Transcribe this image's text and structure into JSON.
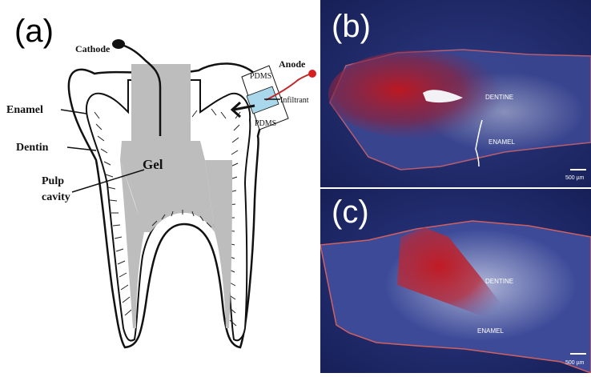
{
  "colors": {
    "micrograph_background": "#1f2a6e",
    "stain": "#b0191e",
    "anode_dot": "#d42020",
    "infiltrant_fill": "#a9d8ec",
    "gel_fill": "#bdbdbd"
  },
  "panel_a": {
    "letter": "(a)",
    "labels": {
      "cathode": "Cathode",
      "anode": "Anode",
      "pdms_top": "PDMS",
      "pdms_bottom": "PDMS",
      "infiltrant": "Infiltrant",
      "enamel": "Enamel",
      "dentin": "Dentin",
      "gel": "Gel",
      "pulp_line1": "Pulp",
      "pulp_line2": "cavity"
    }
  },
  "panel_b": {
    "letter": "(b)",
    "labels": {
      "dentine": "DENTINE",
      "enamel": "ENAMEL"
    },
    "scale_bar": "500 µm"
  },
  "panel_c": {
    "letter": "(c)",
    "labels": {
      "dentine": "DENTINE",
      "enamel": "ENAMEL"
    },
    "scale_bar": "500 µm"
  }
}
